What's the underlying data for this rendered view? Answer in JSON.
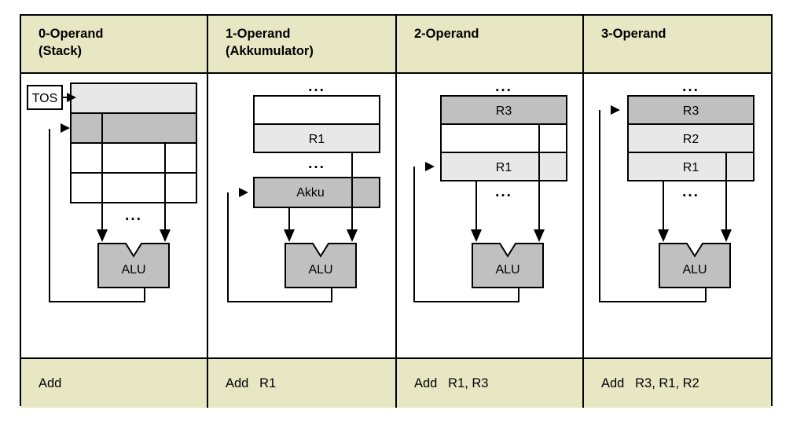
{
  "diagram": {
    "title_row": [
      {
        "line1": "0-Operand",
        "line2": "(Stack)"
      },
      {
        "line1": "1-Operand",
        "line2": "(Akkumulator)"
      },
      {
        "line1": "2-Operand",
        "line2": ""
      },
      {
        "line1": "3-Operand",
        "line2": ""
      }
    ],
    "instruction_row": [
      "Add",
      "Add   R1",
      "Add   R1, R3",
      "Add   R3, R1, R2"
    ],
    "ellipsis": "...",
    "columns": [
      {
        "name": "stack",
        "pointer_label": "TOS",
        "alu_label": "ALU",
        "cells": [
          {
            "label": "",
            "fill": "light"
          },
          {
            "label": "",
            "fill": "dark"
          },
          {
            "label": "",
            "fill": "white"
          },
          {
            "label": "",
            "fill": "white"
          }
        ]
      },
      {
        "name": "accumulator",
        "pointer_label": "",
        "alu_label": "ALU",
        "accumulator_label": "Akku",
        "cells": [
          {
            "label": "",
            "fill": "white"
          },
          {
            "label": "R1",
            "fill": "light"
          }
        ]
      },
      {
        "name": "two-operand",
        "pointer_label": "",
        "alu_label": "ALU",
        "cells": [
          {
            "label": "R3",
            "fill": "dark"
          },
          {
            "label": "",
            "fill": "white"
          },
          {
            "label": "R1",
            "fill": "light"
          }
        ]
      },
      {
        "name": "three-operand",
        "pointer_label": "",
        "alu_label": "ALU",
        "cells": [
          {
            "label": "R3",
            "fill": "dark"
          },
          {
            "label": "R2",
            "fill": "light"
          },
          {
            "label": "R1",
            "fill": "light"
          }
        ]
      }
    ],
    "colors": {
      "header_fill": "#e7e7c4",
      "dark_gray": "#c0c0c0",
      "light_gray": "#e8e8e8",
      "white": "#ffffff",
      "stroke": "#000000"
    }
  }
}
